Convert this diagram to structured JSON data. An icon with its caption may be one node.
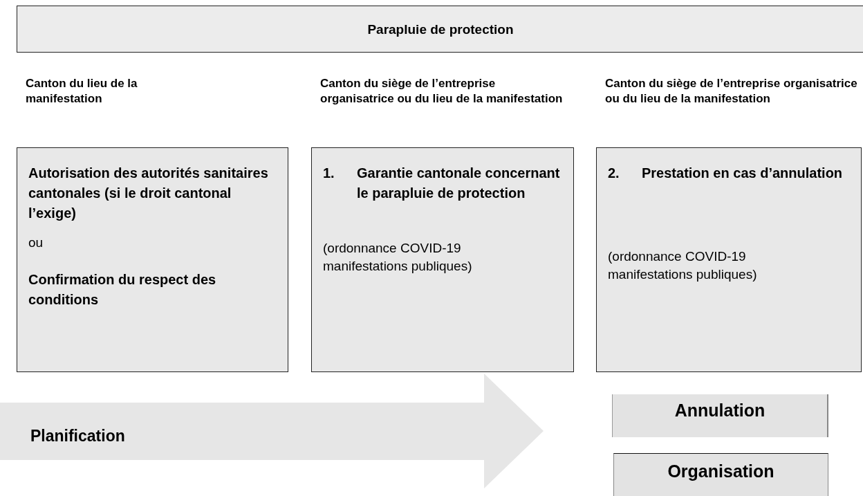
{
  "diagram": {
    "nodes": [
      {
        "text": [
          "Parapluie de protection"
        ]
      },
      {
        "text": [
          "Autorisation des autorités sanitaires cantonales (si le droit cantonal l’exige)",
          "ou",
          "Confirmation du respect des conditions"
        ]
      },
      {
        "text": [
          "1.",
          "Garantie cantonale concernant le parapluie de protection",
          "(ordonnance COVID-19 manifestations publiques)"
        ]
      },
      {
        "text": [
          "2.",
          "Prestation en cas d’annulation",
          "(ordonnance COVID-19 manifestations publiques)"
        ]
      },
      {
        "text": [
          "Planification"
        ]
      },
      {
        "text": [
          "Annulation"
        ]
      },
      {
        "text": [
          "Organisation"
        ]
      }
    ],
    "labels": [
      "Canton du lieu de la manifestation",
      "Canton du siège de l’entreprise organisatrice ou du lieu de la manifestation",
      "Canton du siège de l’entreprise organisatrice ou du lieu de la manifestation"
    ]
  }
}
